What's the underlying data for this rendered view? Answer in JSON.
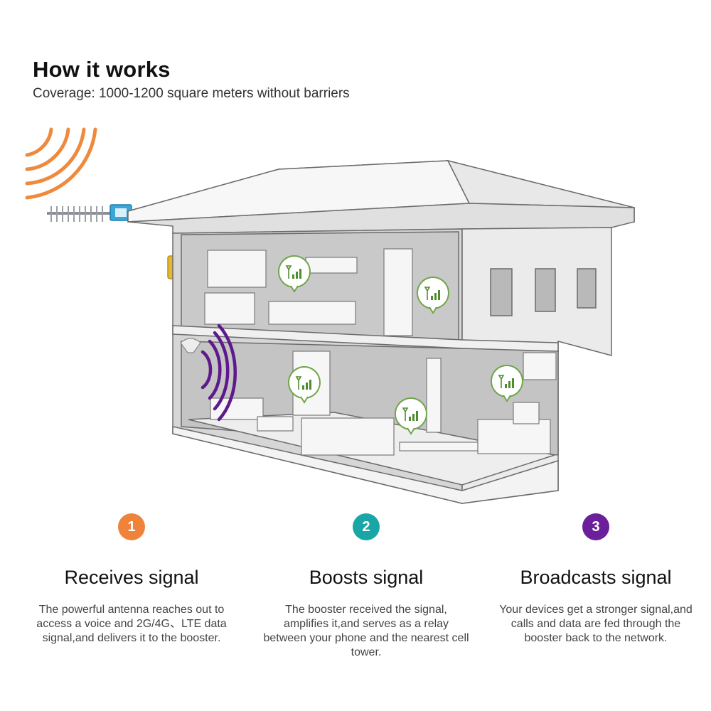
{
  "header": {
    "title": "How it works",
    "subtitle": "Coverage: 1000-1200 square meters without barriers"
  },
  "colors": {
    "step1": "#f0833a",
    "step2": "#1aa6a6",
    "step3": "#6b1f9a",
    "signal_out": "#ef8a3d",
    "signal_in": "#5e1a8c",
    "bubble_green": "#5a9a3a",
    "booster_gold": "#e6b830",
    "antenna_blue": "#3aa7d8"
  },
  "icons": {
    "device_bubble": "cell-signal-icon",
    "antenna": "yagi-antenna-icon",
    "booster": "booster-unit-icon",
    "indoor_antenna": "ceiling-antenna-icon"
  },
  "steps": [
    {
      "number": "1",
      "heading": "Receives signal",
      "description": "The powerful antenna reaches out to access a voice and 2G/4G、LTE data signal,and delivers it to the booster."
    },
    {
      "number": "2",
      "heading": "Boosts signal",
      "description": "The booster received the signal, amplifies it,and serves as a relay between your phone and the nearest cell tower."
    },
    {
      "number": "3",
      "heading": "Broadcasts signal",
      "description": "Your devices get a stronger signal,and calls and data are fed through the booster back to the network."
    }
  ]
}
